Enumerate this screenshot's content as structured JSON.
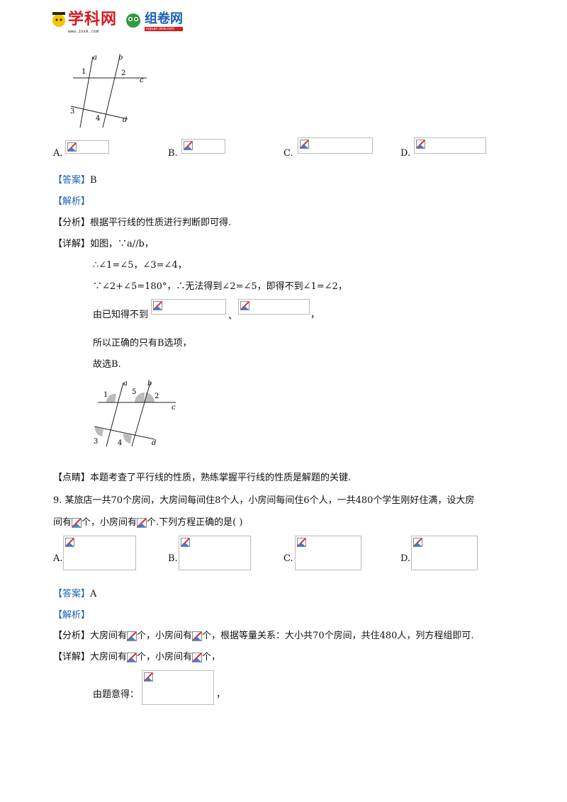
{
  "header": {
    "logo1_text": "学科网",
    "logo1_sub": "www.zxxk.com",
    "logo2_text": "组卷网",
    "logo2_sub": "zujuan.xkw.com"
  },
  "q8": {
    "figure_labels": {
      "a": "a",
      "b": "b",
      "c": "c",
      "d": "d",
      "n1": "1",
      "n2": "2",
      "n3": "3",
      "n4": "4"
    },
    "options": [
      "A.",
      "B.",
      "C.",
      "D."
    ],
    "answer_tag": "【答案】",
    "answer": "B",
    "analysis_tag": "【解析】",
    "fenxi_tag": "【分析】",
    "fenxi": "根据平行线的性质进行判断即可得.",
    "xiangjie_tag": "【详解】",
    "xiangjie": "如图，∵a//b，",
    "step1": "∴∠1=∠5，∠3=∠4，",
    "step2": "∵∠2+∠5=180°，∴无法得到∠2=∠5，即得不到∠1=∠2，",
    "step3_a": "由已知得不到",
    "step3_sep": "、",
    "step3_end": "，",
    "step4": "所以正确的只有B选项，",
    "step5": "故选B.",
    "figure2_labels": {
      "a": "a",
      "b": "b",
      "c": "c",
      "d": "d",
      "n1": "1",
      "n2": "2",
      "n3": "3",
      "n4": "4",
      "n5": "5"
    },
    "dianjing_tag": "【点睛】",
    "dianjing": "本题考查了平行线的性质，熟练掌握平行线的性质是解题的关键."
  },
  "q9": {
    "stem1": "9. 某旅店一共70个房间，大房间每间住8个人，小房间每间住6个人，一共480个学生刚好住满，设大房",
    "stem2_a": "间有",
    "stem2_b": "个，小房间有",
    "stem2_c": "个.下列方程正确的是(     )",
    "options": [
      "A.",
      "B.",
      "C.",
      "D."
    ],
    "answer_tag": "【答案】",
    "answer": "A",
    "analysis_tag": "【解析】",
    "fenxi_tag": "【分析】",
    "fenxi_a": "大房间有",
    "fenxi_b": "个，小房间有",
    "fenxi_c": "个，根据等量关系：大小共70个房间，共住480人，列方程组即可.",
    "xiangjie_tag": "【详解】",
    "xiangjie_a": "大房间有",
    "xiangjie_b": "个，小房间有",
    "xiangjie_c": "个，",
    "step1": "由题意得：",
    "step1_end": "，"
  }
}
